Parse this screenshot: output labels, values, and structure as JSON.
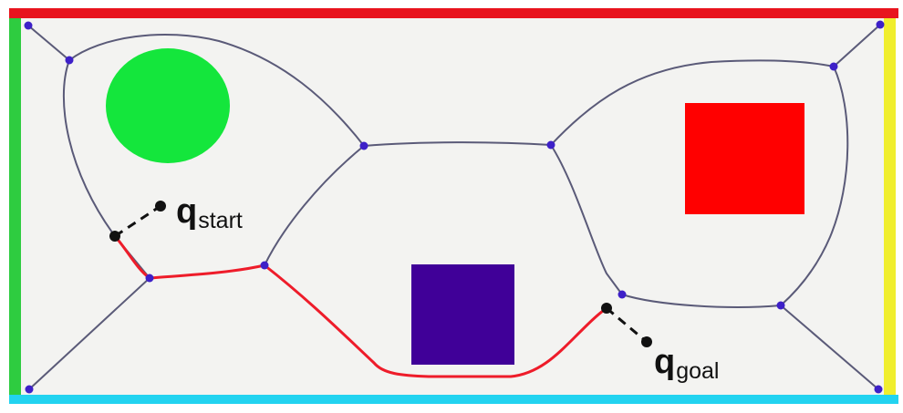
{
  "labels": {
    "start_main": "q",
    "start_sub": "start",
    "goal_main": "q",
    "goal_sub": "goal"
  },
  "colors": {
    "background": "#f3f3f1",
    "border_top": "#e8141e",
    "border_left": "#2ecc40",
    "border_right": "#f0ee2e",
    "border_bottom": "#22d3f0",
    "edge": "#5a5a78",
    "vertex": "#3d20c8",
    "path": "#ee1c2a",
    "connector": "#111111",
    "obstacle_circle": "#14e63c",
    "obstacle_red": "#ff0000",
    "obstacle_purple": "#400098"
  }
}
